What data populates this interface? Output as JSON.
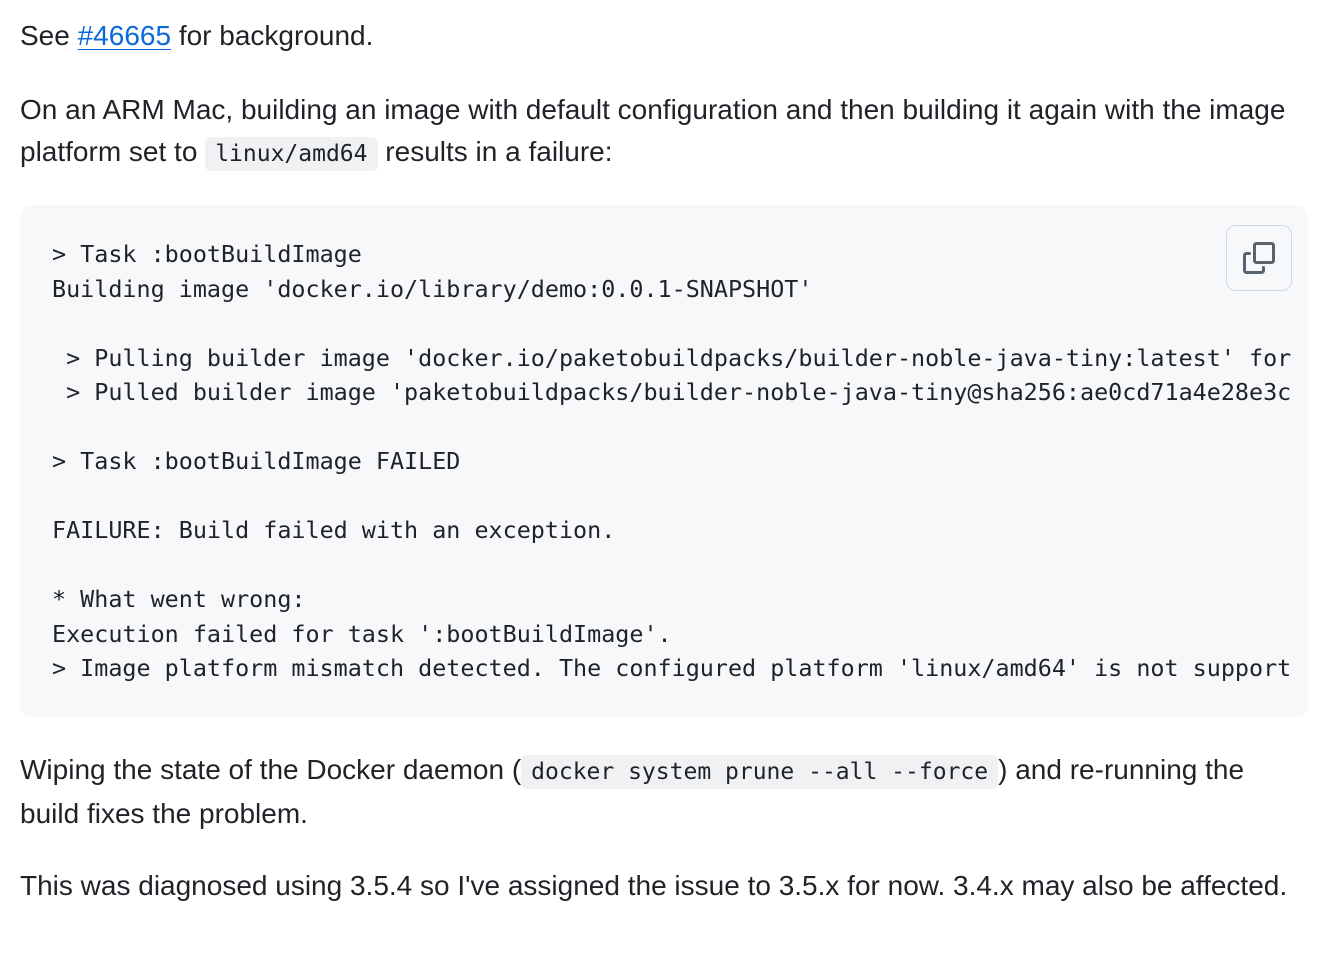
{
  "intro": {
    "prefix": "See ",
    "issue_link": "#46665",
    "suffix": " for background."
  },
  "description": {
    "text_before": "On an ARM Mac, building an image with default configuration and then building it again with the image platform set to ",
    "platform_code": "linux/amd64",
    "text_after": " results in a failure:"
  },
  "code_block": {
    "lines": [
      "> Task :bootBuildImage",
      "Building image 'docker.io/library/demo:0.0.1-SNAPSHOT'",
      "",
      " > Pulling builder image 'docker.io/paketobuildpacks/builder-noble-java-tiny:latest' for",
      " > Pulled builder image 'paketobuildpacks/builder-noble-java-tiny@sha256:ae0cd71a4e28e3c",
      "",
      "> Task :bootBuildImage FAILED",
      "",
      "FAILURE: Build failed with an exception.",
      "",
      "* What went wrong:",
      "Execution failed for task ':bootBuildImage'.",
      "> Image platform mismatch detected. The configured platform 'linux/amd64' is not support"
    ],
    "copy_icon": "copy-icon"
  },
  "workaround": {
    "text_before": "Wiping the state of the Docker daemon (",
    "command_code": "docker system prune --all --force",
    "text_after": ") and re-running the build fixes the problem."
  },
  "note": {
    "text": "This was diagnosed using 3.5.4 so I've assigned the issue to 3.5.x for now. 3.4.x may also be affected."
  },
  "colors": {
    "link": "#0969da",
    "text": "#1f2328",
    "code_background": "#f6f8fa",
    "inline_code_background": "#eff1f3"
  }
}
